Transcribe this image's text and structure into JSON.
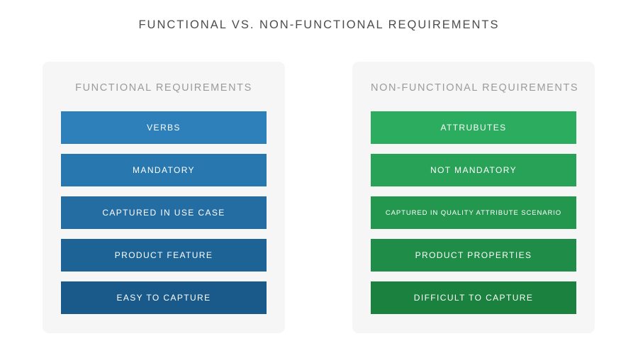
{
  "title": "FUNCTIONAL VS. NON-FUNCTIONAL REQUIREMENTS",
  "colors": {
    "page_background": "#ffffff",
    "panel_background": "#f6f6f7",
    "title_text": "#4d4d4f",
    "header_text": "#9b9b9d",
    "bar_text": "#ffffff"
  },
  "panels": [
    {
      "header": "FUNCTIONAL REQUIREMENTS",
      "bars": [
        {
          "label": "VERBS",
          "color": "#2d80ba"
        },
        {
          "label": "MANDATORY",
          "color": "#2877af"
        },
        {
          "label": "CAPTURED IN USE CASE",
          "color": "#236da3"
        },
        {
          "label": "PRODUCT FEATURE",
          "color": "#1e6396"
        },
        {
          "label": "EASY TO CAPTURE",
          "color": "#1a5a8a"
        }
      ]
    },
    {
      "header": "NON-FUNCTIONAL REQUIREMENTS",
      "bars": [
        {
          "label": "ATTRUBUTES",
          "color": "#2bac5f"
        },
        {
          "label": "NOT MANDATORY",
          "color": "#28a257"
        },
        {
          "label": "CAPTURED IN QUALITY ATTRIBUTE SCENARIO",
          "color": "#24974f"
        },
        {
          "label": "PRODUCT PROPERTIES",
          "color": "#1f8c47"
        },
        {
          "label": "DIFFICULT TO CAPTURE",
          "color": "#1a813f"
        }
      ]
    }
  ]
}
